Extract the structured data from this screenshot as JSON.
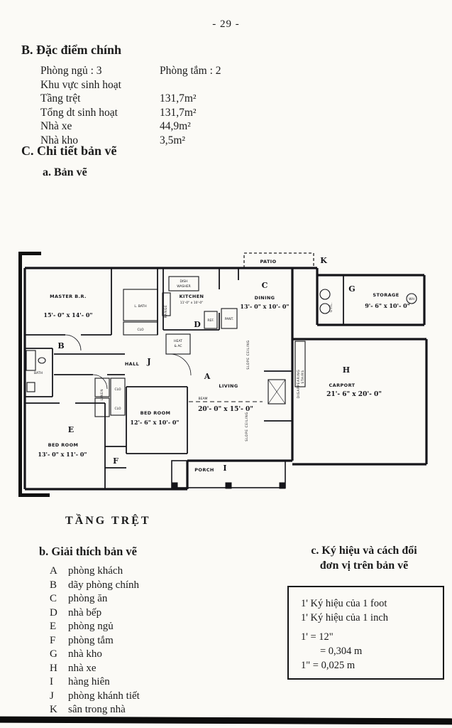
{
  "page": {
    "number": "- 29 -"
  },
  "section_b": {
    "title": "B. Đặc điểm chính",
    "rows": [
      {
        "label": "Phòng ngủ : 3",
        "value": "Phòng tắm : 2"
      },
      {
        "label": "Khu vực sinh hoạt",
        "value": ""
      },
      {
        "label": "Tầng trệt",
        "value": "131,7m²"
      },
      {
        "label": "Tổng dt sinh hoạt",
        "value": "131,7m²"
      },
      {
        "label": "Nhà xe",
        "value": "44,9m²"
      },
      {
        "label": "Nhà kho",
        "value": "3,5m²"
      }
    ]
  },
  "section_c": {
    "title": "C. Chi tiết bản vẽ",
    "sub": "a. Bản vẽ"
  },
  "floorplan": {
    "caption": "TẦNG TRỆT",
    "labels": {
      "patio": "PATIO",
      "dish_washer_1": "DISH",
      "dish_washer_2": "WASHER",
      "kitchen": "KITCHEN",
      "kitchen_dims": "11'-0\" x 10'-0\"",
      "range": "RANGE",
      "ref": "REF.",
      "pant": "PANT.",
      "heat_1": "HEAT",
      "heat_2": "& AC",
      "clo": "CLO",
      "l_bath": "L. BATH",
      "bath": "BATH",
      "linen": "LINEN",
      "hall": "HALL",
      "slope_ceiling": "SLOPE CEILING",
      "beam": "BEAM",
      "disappearing": "DISAPPEARING",
      "stairs": "STAIRS",
      "util": "UTIL.",
      "wh": "WH"
    },
    "rooms": {
      "master": {
        "name": "MASTER B.R.",
        "dims": "15'- 0\" x 14'- 0\"",
        "letter": "B"
      },
      "kitchen": {
        "letter": "D"
      },
      "dining": {
        "name": "DINING",
        "dims": "13'- 0\" x 10'- 0\"",
        "letter": "C"
      },
      "storage": {
        "name": "STORAGE",
        "dims": "9'- 6\" x 10'- 0\"",
        "letter": "G"
      },
      "living": {
        "name": "LIVING",
        "dims": "20'- 0\" x 15'- 0\"",
        "letter": "A"
      },
      "carport": {
        "name": "CARPORT",
        "dims": "21'- 6\" x 20'- 0\"",
        "letter": "H"
      },
      "bedroom_mid": {
        "name": "BED ROOM",
        "dims": "12'- 6\" x 10'- 0\""
      },
      "bedroom_left": {
        "name": "BED ROOM",
        "dims": "13'- 0\" x 11'- 0\"",
        "letter": "E"
      },
      "porch": {
        "name": "PORCH",
        "letter": "I"
      },
      "hall": {
        "letter": "J"
      },
      "bath": {
        "letter": "F"
      },
      "patio": {
        "letter": "K"
      }
    }
  },
  "legend": {
    "title": "b. Giải thích bản vẽ",
    "items": [
      {
        "key": "A",
        "label": "phòng khách"
      },
      {
        "key": "B",
        "label": "dãy phòng chính"
      },
      {
        "key": "C",
        "label": "phòng ăn"
      },
      {
        "key": "D",
        "label": "nhà bếp"
      },
      {
        "key": "E",
        "label": "phòng ngủ"
      },
      {
        "key": "F",
        "label": "phòng tắm"
      },
      {
        "key": "G",
        "label": "nhà kho"
      },
      {
        "key": "H",
        "label": "nhà xe"
      },
      {
        "key": "I",
        "label": "hàng hiên"
      },
      {
        "key": "J",
        "label": "phòng khánh tiết"
      },
      {
        "key": "K",
        "label": "sân trong nhà"
      }
    ]
  },
  "units": {
    "title_line1": "c. Ký hiệu và cách đổi",
    "title_line2": "đơn vị trên bản vẽ",
    "lines": [
      "1' Ký hiệu của 1 foot",
      "1' Ký hiệu của 1 inch",
      "1'  = 12\"",
      "= 0,304 m",
      "1\" = 0,025 m"
    ]
  }
}
